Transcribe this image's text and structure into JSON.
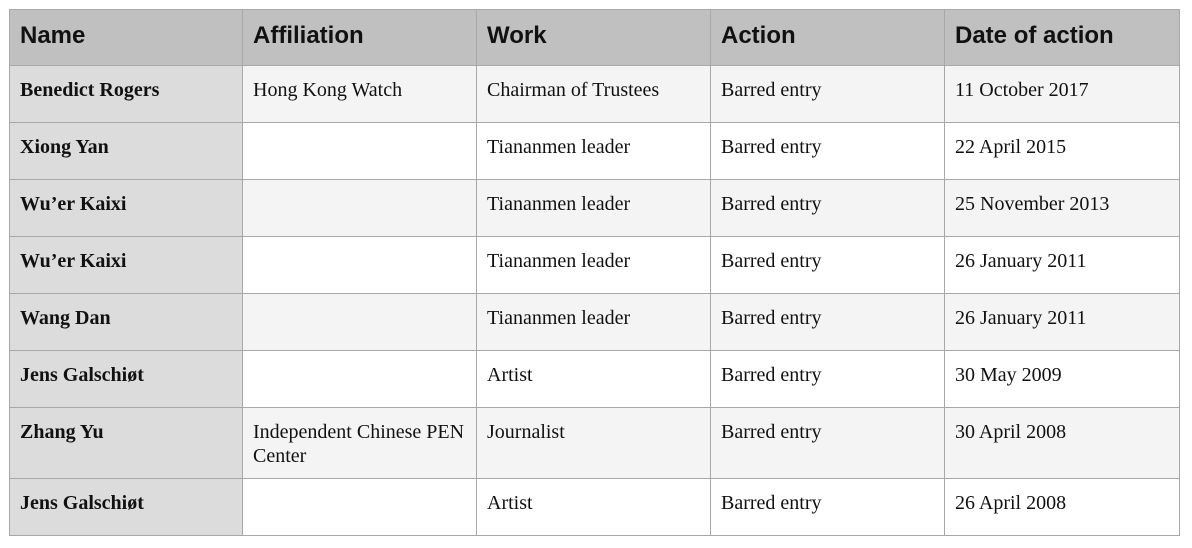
{
  "table": {
    "headers": [
      "Name",
      "Affiliation",
      "Work",
      "Action",
      "Date of action"
    ],
    "rows": [
      {
        "name": "Benedict Rogers",
        "affiliation": "Hong Kong Watch",
        "work": "Chairman of Trustees",
        "action": "Barred entry",
        "date": "11 October 2017"
      },
      {
        "name": "Xiong Yan",
        "affiliation": "",
        "work": "Tiananmen leader",
        "action": "Barred entry",
        "date": "22 April 2015"
      },
      {
        "name": "Wu’er Kaixi",
        "affiliation": "",
        "work": "Tiananmen leader",
        "action": "Barred entry",
        "date": "25 November 2013"
      },
      {
        "name": "Wu’er Kaixi",
        "affiliation": "",
        "work": "Tiananmen leader",
        "action": "Barred entry",
        "date": "26 January 2011"
      },
      {
        "name": "Wang Dan",
        "affiliation": "",
        "work": "Tiananmen leader",
        "action": "Barred entry",
        "date": "26 January 2011"
      },
      {
        "name": "Jens Galschiøt",
        "affiliation": "",
        "work": "Artist",
        "action": "Barred entry",
        "date": "30 May 2009"
      },
      {
        "name": "Zhang Yu",
        "affiliation": "Independent Chinese PEN Center",
        "work": "Journalist",
        "action": "Barred entry",
        "date": "30 April 2008"
      },
      {
        "name": "Jens Galschiøt",
        "affiliation": "",
        "work": "Artist",
        "action": "Barred entry",
        "date": "26 April 2008"
      }
    ]
  }
}
